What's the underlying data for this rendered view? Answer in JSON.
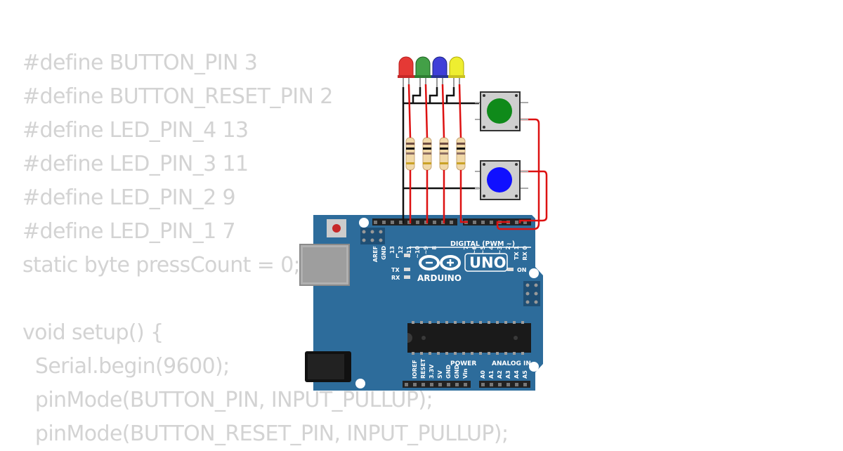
{
  "code": {
    "lines": [
      "#define BUTTON_PIN 3",
      "#define BUTTON_RESET_PIN 2",
      "#define LED_PIN_4 13",
      "#define LED_PIN_3 11",
      "#define LED_PIN_2 9",
      "#define LED_PIN_1 7",
      "static byte pressCount = 0;",
      "",
      "void setup() {",
      "  Serial.begin(9600);",
      "  pinMode(BUTTON_PIN, INPUT_PULLUP);",
      "  pinMode(BUTTON_RESET_PIN, INPUT_PULLUP);"
    ]
  },
  "board": {
    "brand": "ARDUINO",
    "model": "UNO",
    "digital_label": "DIGITAL (PWM ~)",
    "power_label": "POWER",
    "analog_label": "ANALOG IN",
    "on_label": "ON",
    "l_label": "L",
    "tx_label": "TX",
    "rx_label": "RX",
    "digital_pins": [
      "AREF",
      "GND",
      "13",
      "12",
      "~11",
      "~10",
      "~9",
      "8",
      "7",
      "~6",
      "~5",
      "4",
      "~3",
      "2",
      "TX 1",
      "RX 0"
    ],
    "power_pins": [
      "IOREF",
      "RESET",
      "3.3V",
      "5V",
      "GND",
      "GND",
      "Vin"
    ],
    "analog_pins": [
      "A0",
      "A1",
      "A2",
      "A3",
      "A4",
      "A5"
    ]
  },
  "components": {
    "leds": [
      {
        "color": "red",
        "hex": "#e53935"
      },
      {
        "color": "green",
        "hex": "#43a047"
      },
      {
        "color": "blue",
        "hex": "#3f3fd8"
      },
      {
        "color": "yellow",
        "hex": "#eeee30"
      }
    ],
    "buttons": [
      {
        "cap_color": "green",
        "hex": "#0f8a1a"
      },
      {
        "cap_color": "blue",
        "hex": "#1010ff"
      }
    ],
    "resistor_count": 4
  },
  "colors": {
    "board": "#2d6c9b",
    "wire_red": "#dd1111",
    "wire_black": "#111111",
    "code_text": "#d3d3d3"
  }
}
